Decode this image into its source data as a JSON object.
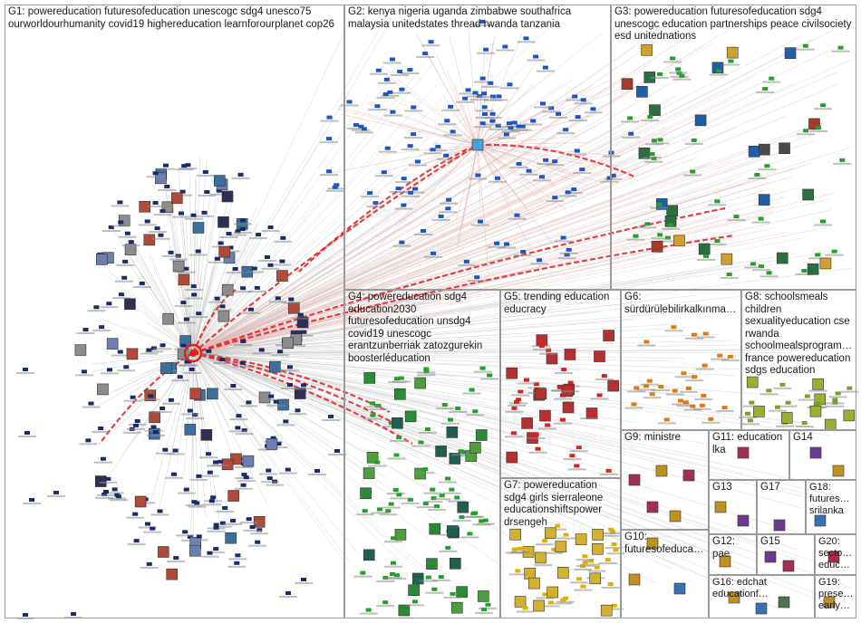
{
  "groups": [
    {
      "id": "G1",
      "label": "G1: powereducation futuresofeducation unescogc sdg4 unesco75 ourworldourhumanity covid19 highereducation learnforourplanet cop26"
    },
    {
      "id": "G2",
      "label": "G2: kenya nigeria uganda zimbabwe southafrica malaysia unitedstates thread rwanda tanzania"
    },
    {
      "id": "G3",
      "label": "G3: powereducation futuresofeducation sdg4 unescogc education partnerships peace civilsociety esd unitednations"
    },
    {
      "id": "G4",
      "label": "G4: powereducation sdg4 education2030 futuresofeducation unsdg4 covid19 unescogc erantzunberriak zatozgurekin boosterléducation"
    },
    {
      "id": "G5",
      "label": "G5: trending education educracy"
    },
    {
      "id": "G6",
      "label": "G6: sürdürülebilirkalkınmaa…"
    },
    {
      "id": "G8",
      "label": "G8: schoolsmeals children sexualityeducation cse rwanda schoolmealsprogram… france powereducation sdgs education"
    },
    {
      "id": "G7",
      "label": "G7: powereducation sdg4 girls sierraleone educationshiftspower drsengeh"
    },
    {
      "id": "G9",
      "label": "G9: ministre"
    },
    {
      "id": "G11",
      "label": "G11: education lka"
    },
    {
      "id": "G14",
      "label": "G14"
    },
    {
      "id": "G13",
      "label": "G13"
    },
    {
      "id": "G17",
      "label": "G17"
    },
    {
      "id": "G18",
      "label": "G18: futuresof… srilanka"
    },
    {
      "id": "G10",
      "label": "G10: futuresofeducati…"
    },
    {
      "id": "G15",
      "label": "G15"
    },
    {
      "id": "G20",
      "label": "G20: sector… educa…"
    },
    {
      "id": "G12",
      "label": "G12: pae"
    },
    {
      "id": "G16",
      "label": "G16: edchat educationf…"
    },
    {
      "id": "G19",
      "label": "G19: preser… earlyc…"
    }
  ],
  "colors": {
    "edge_gray": "#c8c8c8",
    "edge_red": "#e02020",
    "node_blue": "#1a57c2",
    "node_green": "#22a02a",
    "node_red": "#d42424",
    "node_yellow": "#e0b000",
    "node_navy": "#1b2a6b",
    "node_orange": "#e07a10",
    "panel_border": "#9a9a9a"
  }
}
